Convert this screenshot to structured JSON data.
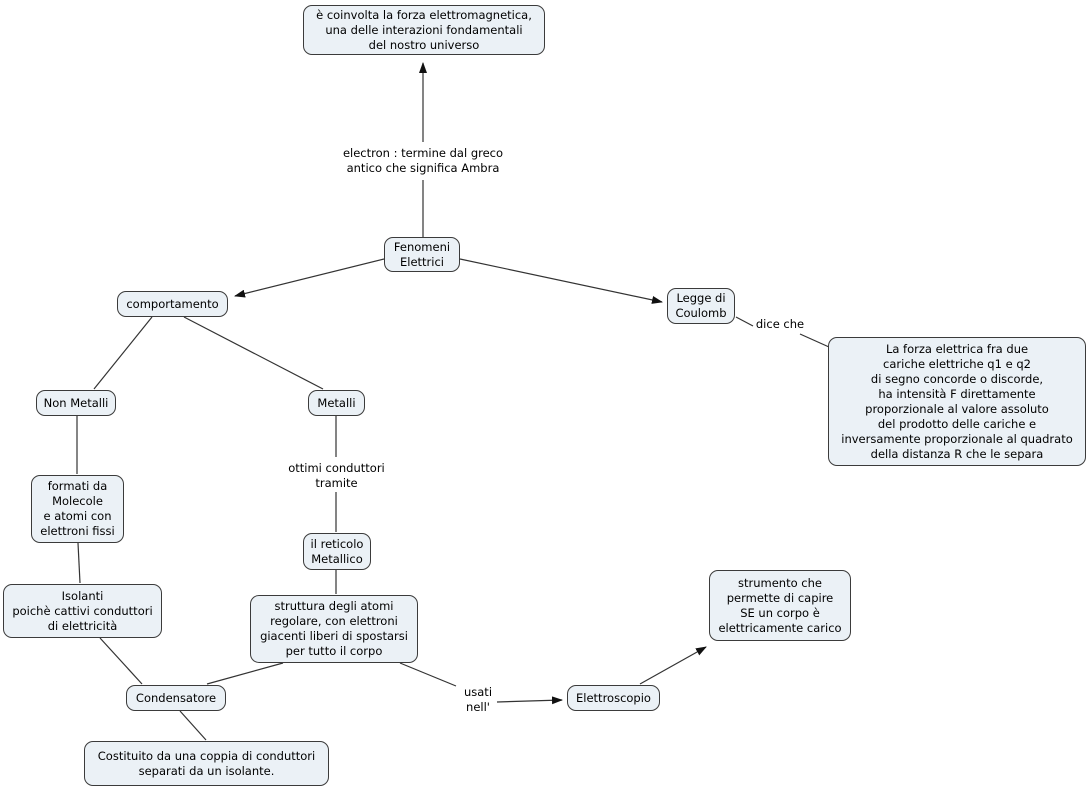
{
  "map_title": "Fenomeni Elettrici",
  "colors": {
    "node_fill": "#ebf1f6",
    "node_border": "#3b3b3b",
    "line": "#333333",
    "background": "#ffffff"
  },
  "nodes": {
    "forza_elettromagnetica": {
      "text": "è coinvolta la forza elettromagnetica,\nuna delle interazioni fondamentali\ndel nostro universo"
    },
    "fenomeni_elettrici": {
      "text": "Fenomeni\nElettrici"
    },
    "comportamento": {
      "text": "comportamento"
    },
    "legge_di_coulomb": {
      "text": "Legge di\nCoulomb"
    },
    "legge_descrizione": {
      "text": "La forza elettrica fra due\ncariche elettriche q1 e q2\ndi segno concorde o discorde,\nha intensità F direttamente\nproporzionale al valore assoluto\ndel prodotto delle cariche e\ninversamente proporzionale al quadrato\ndella distanza R che le separa"
    },
    "non_metalli": {
      "text": "Non Metalli"
    },
    "metalli": {
      "text": "Metalli"
    },
    "formati_da": {
      "text": "formati da\nMolecole\ne atomi con\nelettroni fissi"
    },
    "reticolo_metallico": {
      "text": "il reticolo\nMetallico"
    },
    "isolanti": {
      "text": "Isolanti\npoichè cattivi conduttori\ndi elettricità"
    },
    "struttura_atomi": {
      "text": "struttura degli atomi\nregolare, con elettroni\ngiacenti liberi di spostarsi\nper tutto il corpo"
    },
    "strumento": {
      "text": "strumento che\npermette di capire\nSE un corpo è\nelettricamente carico"
    },
    "condensatore": {
      "text": "Condensatore"
    },
    "elettroscopio": {
      "text": "Elettroscopio"
    },
    "costituito": {
      "text": "Costituito da una coppia di conduttori\nseparati da un isolante."
    }
  },
  "link_labels": {
    "electron": {
      "text": "electron : termine dal greco\nantico che significa Ambra"
    },
    "dice_che": {
      "text": "dice che"
    },
    "ottimi_conduttori": {
      "text": "ottimi conduttori\ntramite"
    },
    "usati_nell": {
      "text": "usati\nnell'"
    }
  }
}
